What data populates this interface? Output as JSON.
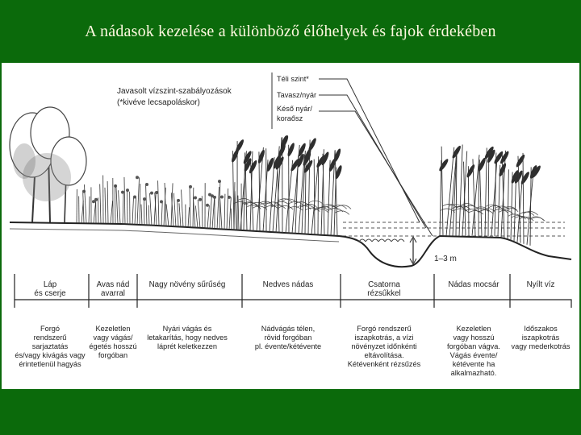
{
  "title": "A nádasok kezelése a különböző élőhelyek és fajok érdekében",
  "legend": {
    "heading_1": "Javasolt vízszint-szabályozások",
    "heading_2": "(*kivéve lecsapoláskor)",
    "winter": "Téli szint*",
    "spring": "Tavasz/nyár",
    "late_1": "Késő nyár/",
    "late_2": "koraősz"
  },
  "depth_label": "1–3 m",
  "zones": [
    {
      "name": [
        "Láp",
        "és cserje"
      ],
      "mgmt": [
        "Forgó",
        "rendszerű",
        "sarjaztatás",
        "és/vagy kivágás vagy",
        "érintetlenül hagyás"
      ]
    },
    {
      "name": [
        "Avas nád",
        "avarral"
      ],
      "mgmt": [
        "Kezeletlen",
        "vagy vágás/",
        "égetés hosszú",
        "forgóban"
      ]
    },
    {
      "name": [
        "Nagy növény sűrűség"
      ],
      "mgmt": [
        "Nyári vágás és",
        "letakarítás, hogy nedves",
        "láprét keletkezzen"
      ]
    },
    {
      "name": [
        "Nedves nádas"
      ],
      "mgmt": [
        "Nádvágás télen,",
        "rövid forgóban",
        "pl. évente/kétévente"
      ]
    },
    {
      "name": [
        "Csatorna",
        "rézsűkkel"
      ],
      "mgmt": [
        "Forgó rendszerű",
        "iszapkotrás, a vízi",
        "növényzet időnkénti",
        "eltávolítása.",
        "Kétévenként rézsűzés"
      ]
    },
    {
      "name": [
        "Nádas mocsár"
      ],
      "mgmt": [
        "Kezeletlen",
        "vagy hosszú",
        "forgóban vágva.",
        "Vágás évente/",
        "kétévente ha",
        "alkalmazható."
      ]
    },
    {
      "name": [
        "Nyílt víz"
      ],
      "mgmt": [
        "Időszakos",
        "iszapkotrás",
        "vagy mederkotrás"
      ]
    }
  ],
  "colors": {
    "frame": "#0b6a0b",
    "title_text": "#fff8e0",
    "ink": "#222222"
  }
}
